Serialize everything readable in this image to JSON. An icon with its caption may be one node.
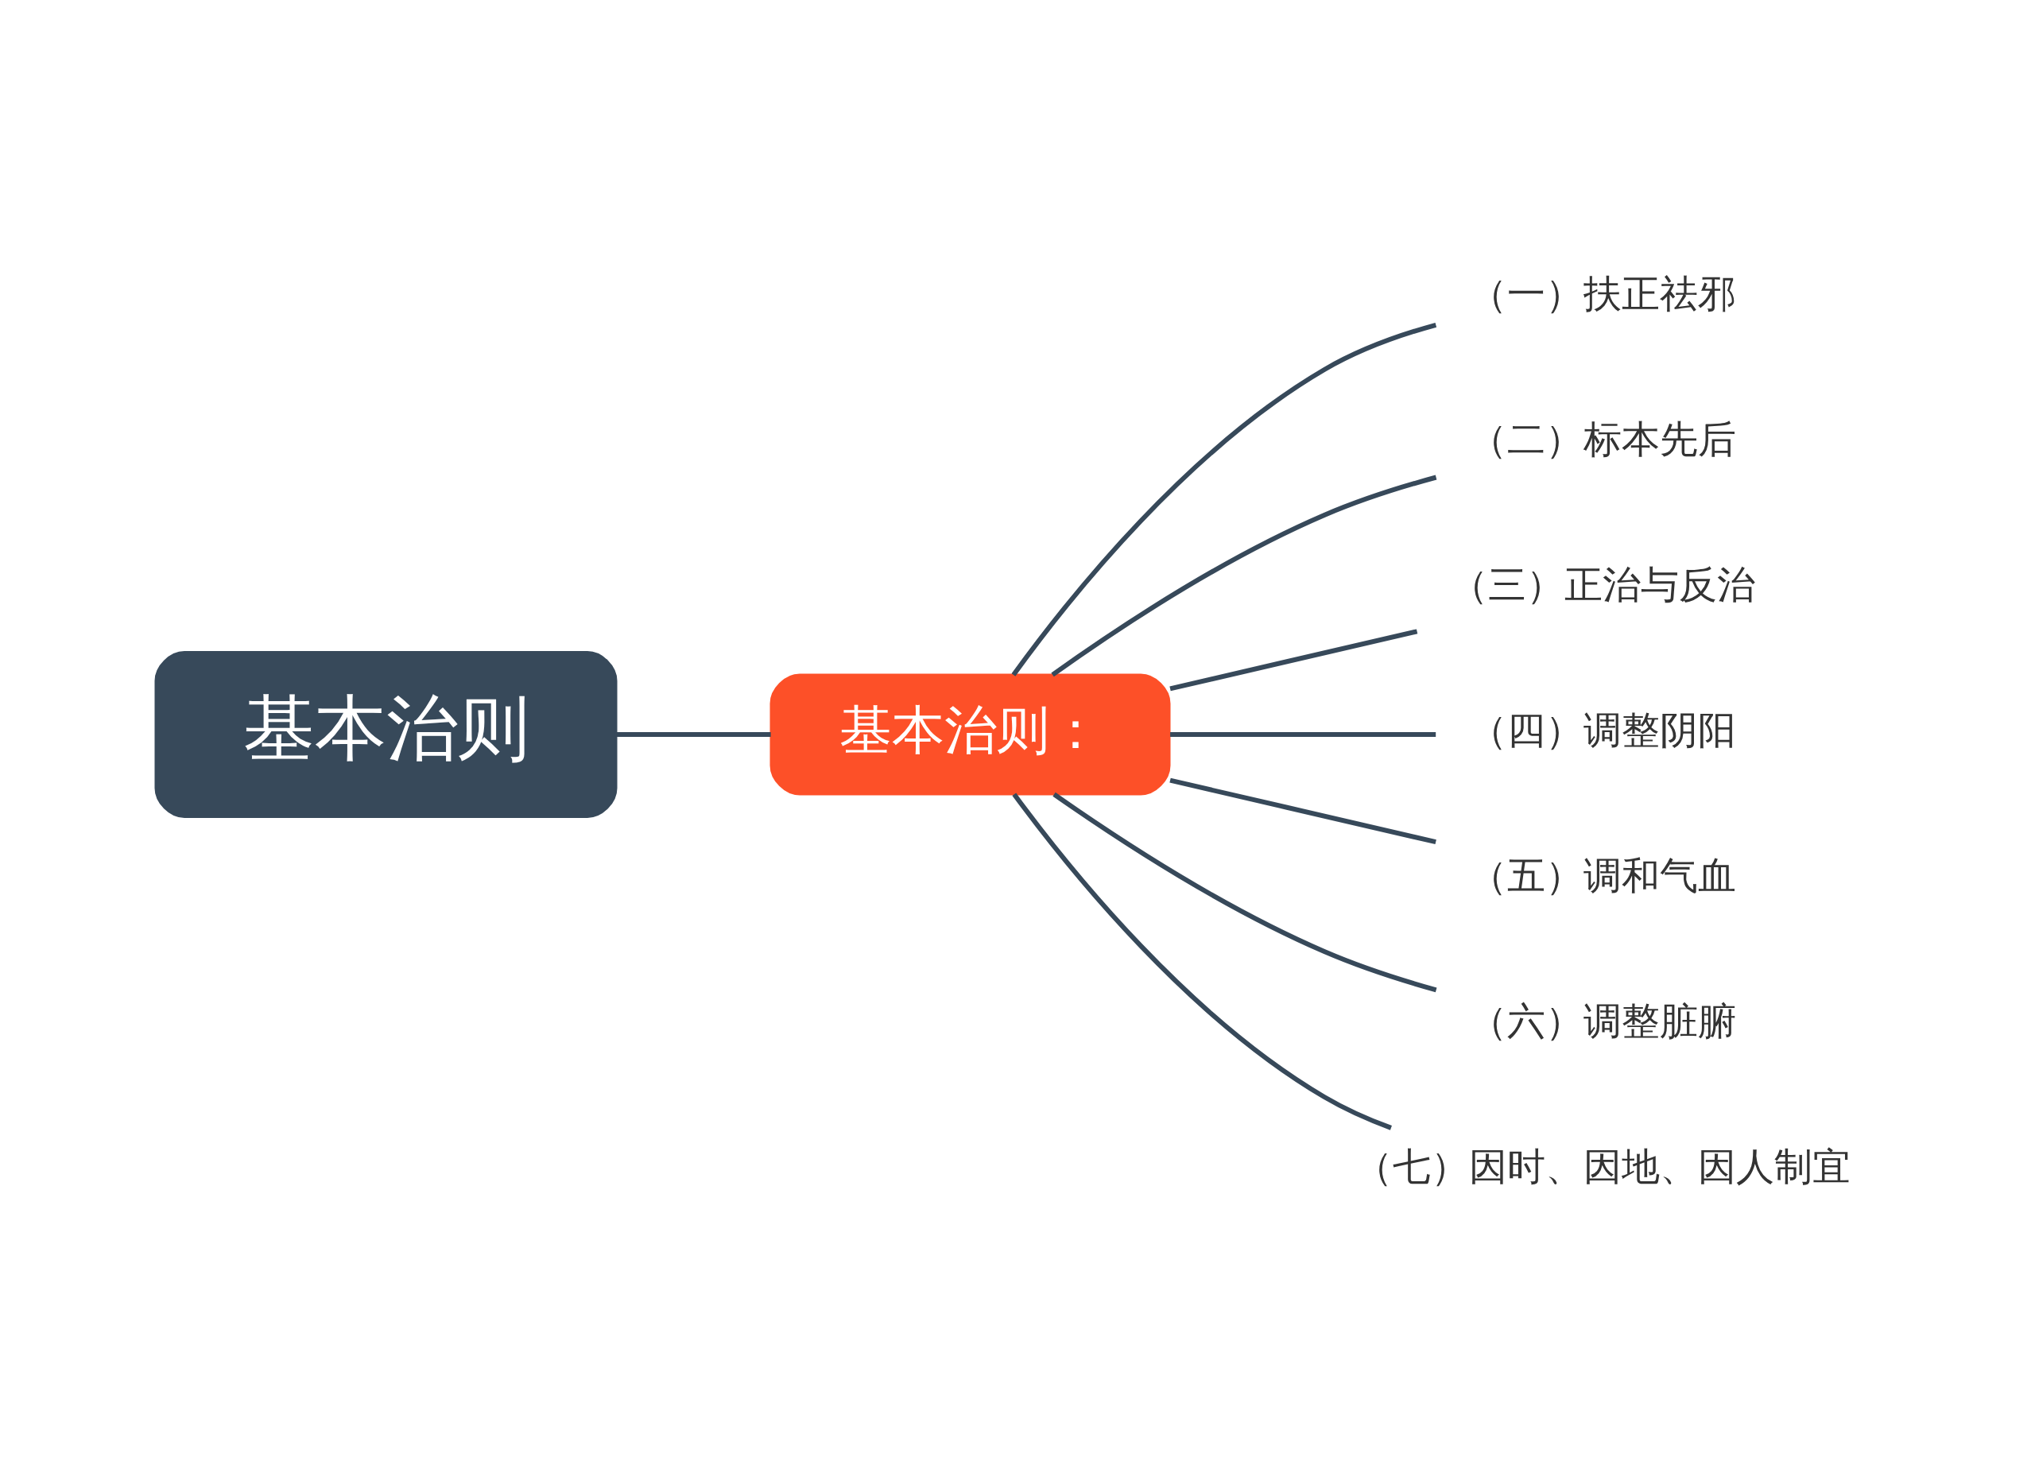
{
  "diagram": {
    "nodes": [
      {
        "text": [
          "基本治则"
        ]
      },
      {
        "text": [
          "基本治则："
        ]
      },
      {
        "text": [
          "（一）扶正祛邪"
        ]
      },
      {
        "text": [
          "（二）标本先后"
        ]
      },
      {
        "text": [
          "（三）正治与反治"
        ]
      },
      {
        "text": [
          "（四）调整阴阳"
        ]
      },
      {
        "text": [
          "（五）调和气血"
        ]
      },
      {
        "text": [
          "（六）调整脏腑"
        ]
      },
      {
        "text": [
          "（七）因时、因地、因人制宜"
        ]
      }
    ],
    "edges": [
      {
        "from": 0,
        "to": 1,
        "arrow": "none"
      },
      {
        "from": 1,
        "to": 2,
        "arrow": "none"
      },
      {
        "from": 1,
        "to": 3,
        "arrow": "none"
      },
      {
        "from": 1,
        "to": 4,
        "arrow": "none"
      },
      {
        "from": 1,
        "to": 5,
        "arrow": "none"
      },
      {
        "from": 1,
        "to": 6,
        "arrow": "none"
      },
      {
        "from": 1,
        "to": 7,
        "arrow": "none"
      },
      {
        "from": 1,
        "to": 8,
        "arrow": "none"
      }
    ]
  }
}
